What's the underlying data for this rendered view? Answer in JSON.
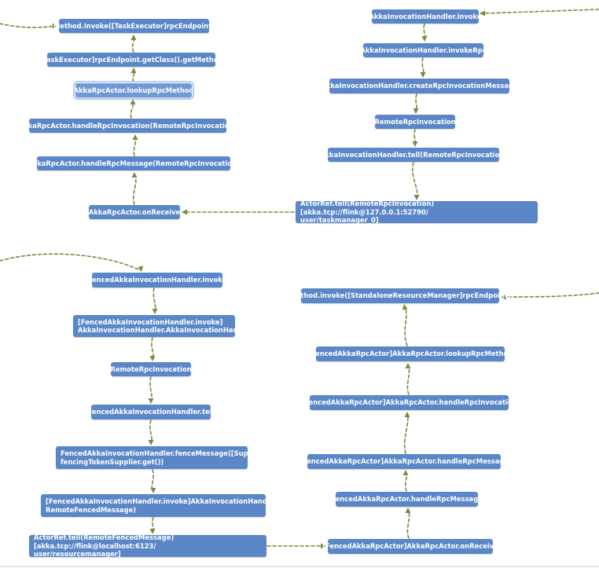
{
  "colors": {
    "node_fill": "#5b87c9",
    "node_text": "#ffffff",
    "edge": "#7a8a3e",
    "selected_outline": "#b3cdef"
  },
  "nodes": {
    "method_invoke_task": "Method.invoke([TaskExecutor]rpcEndpoint)",
    "get_method": "[TaskExecutor]rpcEndpoint.getClass().getMethod",
    "lookup_rpc_method": "AkkaRpcActor.lookupRpcMethod",
    "handle_rpc_invocation": "AkkaRpcActor.handleRpcInvocation(RemoteRpcInvocation)",
    "handle_rpc_message": "AkkaRpcActor.handleRpcMessage(RemoteRpcInvocation)",
    "on_receive": "AkkaRpcActor.onReceive",
    "invocation_handler_invoke": "AkkaInvocationHandler.invoke",
    "invocation_handler_invoke_rpc": "AkkaInvocationHandler.invokeRpc",
    "create_rpc_invocation_message": "AkkaInvocationHandler.createRpcInvocationMessage",
    "remote_rpc_invocation_1": "RemoteRpcInvocation",
    "invocation_handler_tell": "AkkaInvocationHandler.tell(RemoteRpcInvocation)",
    "actorref_tell_taskmanager": "ActorRef.tell(RemoteRpcInvocation)[akka.tcp://flink@127.0.0.1:52790/\nuser/taskmanager_0]",
    "fenced_invoke": "FencedAkkaInvocationHandler.invoke",
    "fenced_invoke_wrapper": "[FencedAkkaInvocationHandler.invoke]\nAkkaInvocationHandler.AkkaInvocationHandler",
    "remote_rpc_invocation_2": "RemoteRpcInvocation",
    "fenced_tell": "FencedAkkaInvocationHandler.tell",
    "fence_message": "FencedAkkaInvocationHandler.fenceMessage([Supplier]\nfencingTokenSupplier.get())",
    "fenced_invoke_tell": "[FencedAkkaInvocationHandler.invoke]AkkaInvocationHandler.tell(\nRemoteFencedMessage)",
    "actorref_tell_rm": "ActorRef.tell(RemoteFencedMessage)[akka.tcp://flink@localhost:6123/\nuser/resourcemanager]",
    "method_invoke_rm": "Method.invoke([StandaloneResourceManager]rpcEndpoint)",
    "fenced_lookup_rpc_method": "[FencedAkkaRpcActor]AkkaRpcActor.lookupRpcMethod",
    "fenced_handle_rpc_invocation": "[FencedAkkaRpcActor]AkkaRpcActor.handleRpcInvocation",
    "fenced_handle_rpc_message": "[FencedAkkaRpcActor]AkkaRpcActor.handleRpcMessage",
    "fenced_actor_handle_rpc_message": "FencedAkkaRpcActor.handleRpcMessage",
    "fenced_on_receive": "[FencedAkkaRpcActor]AkkaRpcActor.onReceive"
  }
}
